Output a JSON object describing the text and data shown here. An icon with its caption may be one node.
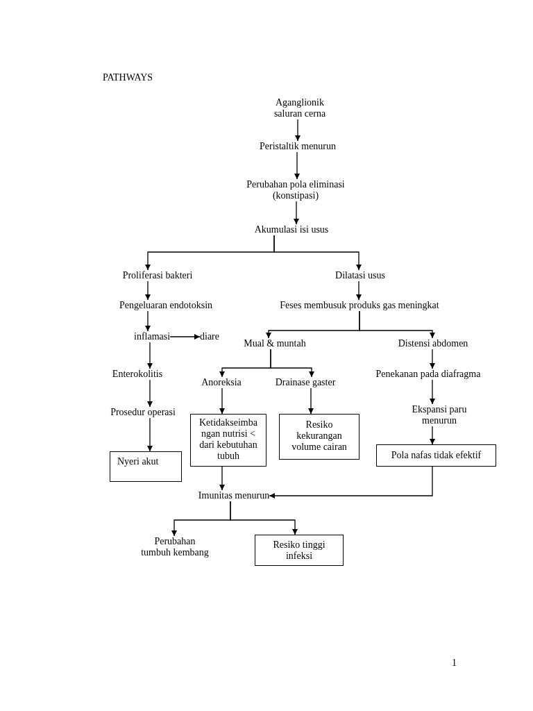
{
  "diagram": {
    "title": "PATHWAYS",
    "nodes": [
      {
        "text": [
          "Aganglionik saluran cerna"
        ]
      },
      {
        "text": [
          "Peristaltik menurun"
        ]
      },
      {
        "text": [
          "Perubahan pola eliminasi (konstipasi)"
        ]
      },
      {
        "text": [
          "Akumulasi isi usus"
        ]
      },
      {
        "text": [
          "Proliferasi bakteri"
        ]
      },
      {
        "text": [
          "Dilatasi usus"
        ]
      },
      {
        "text": [
          "Pengeluaran endotoksin"
        ]
      },
      {
        "text": [
          "Feses membusuk produks gas meningkat"
        ]
      },
      {
        "text": [
          "inflamasi"
        ]
      },
      {
        "text": [
          "diare"
        ]
      },
      {
        "text": [
          "Mual & muntah"
        ]
      },
      {
        "text": [
          "Distensi abdomen"
        ]
      },
      {
        "text": [
          "Enterokolitis"
        ]
      },
      {
        "text": [
          "Anoreksia"
        ]
      },
      {
        "text": [
          "Drainase gaster"
        ]
      },
      {
        "text": [
          "Penekanan pada diafragma"
        ]
      },
      {
        "text": [
          "Prosedur operasi"
        ]
      },
      {
        "text": [
          "Ekspansi paru menurun"
        ]
      },
      {
        "text": [
          "Nyeri akut"
        ]
      },
      {
        "text": [
          "Ketidakseimba ngan nutrisi < dari kebutuhan tubuh"
        ]
      },
      {
        "text": [
          "Resiko kekurangan volume cairan"
        ]
      },
      {
        "text": [
          "Pola nafas tidak efektif"
        ]
      },
      {
        "text": [
          "Imunitas menurun"
        ]
      },
      {
        "text": [
          "Perubahan tumbuh kembang"
        ]
      },
      {
        "text": [
          "Resiko tinggi infeksi"
        ]
      }
    ],
    "edges": [
      {
        "from": 0,
        "to": 1,
        "arrow": "to"
      },
      {
        "from": 1,
        "to": 2,
        "arrow": "to"
      },
      {
        "from": 2,
        "to": 3,
        "arrow": "to"
      },
      {
        "from": 3,
        "to": 4,
        "arrow": "to"
      },
      {
        "from": 3,
        "to": 5,
        "arrow": "to"
      },
      {
        "from": 4,
        "to": 6,
        "arrow": "to"
      },
      {
        "from": 5,
        "to": 7,
        "arrow": "to"
      },
      {
        "from": 6,
        "to": 8,
        "arrow": "to"
      },
      {
        "from": 7,
        "to": 10,
        "arrow": "to"
      },
      {
        "from": 7,
        "to": 11,
        "arrow": "to"
      },
      {
        "from": 8,
        "to": 9,
        "arrow": "to"
      },
      {
        "from": 8,
        "to": 12,
        "arrow": "to"
      },
      {
        "from": 10,
        "to": 13,
        "arrow": "to"
      },
      {
        "from": 10,
        "to": 14,
        "arrow": "to"
      },
      {
        "from": 11,
        "to": 15,
        "arrow": "to"
      },
      {
        "from": 12,
        "to": 16,
        "arrow": "to"
      },
      {
        "from": 15,
        "to": 17,
        "arrow": "to"
      },
      {
        "from": 13,
        "to": 19,
        "arrow": "to"
      },
      {
        "from": 14,
        "to": 20,
        "arrow": "to"
      },
      {
        "from": 16,
        "to": 18,
        "arrow": "to"
      },
      {
        "from": 17,
        "to": 21,
        "arrow": "to"
      },
      {
        "from": 19,
        "to": 22,
        "arrow": "to"
      },
      {
        "from": 21,
        "to": 22,
        "arrow": "to"
      },
      {
        "from": 22,
        "to": 23,
        "arrow": "to"
      },
      {
        "from": 22,
        "to": 24,
        "arrow": "to"
      }
    ],
    "labels": [
      "1"
    ]
  }
}
